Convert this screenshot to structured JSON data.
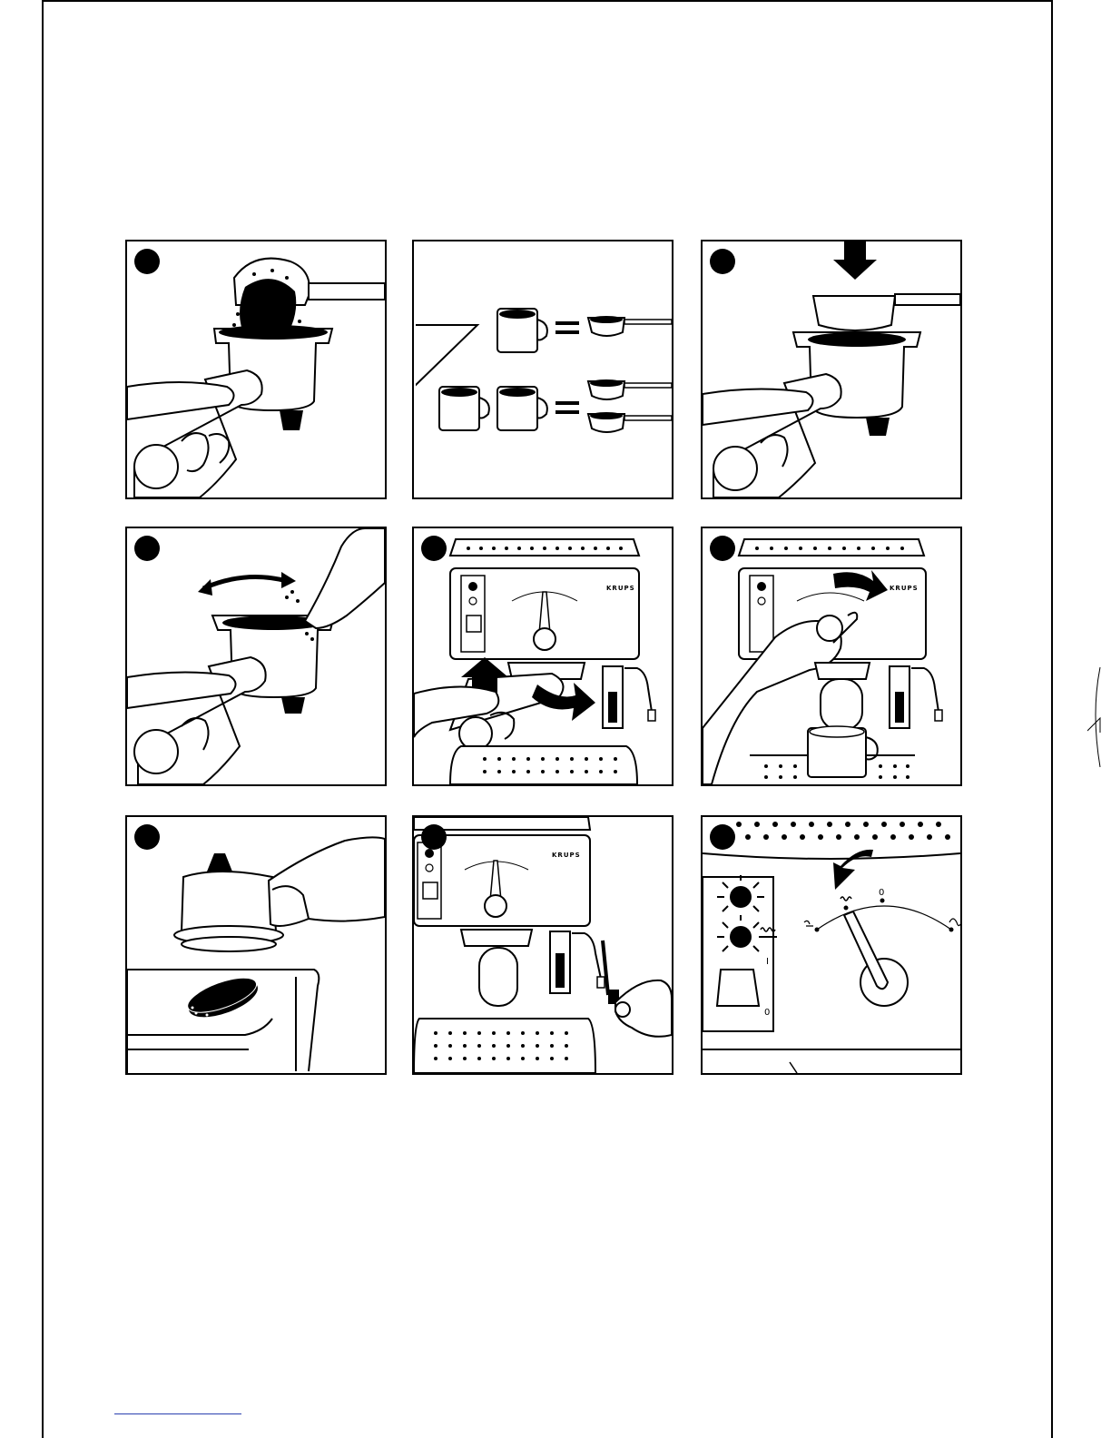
{
  "document": {
    "brand_label": "KRUPS",
    "dial_label_zero": "0",
    "switch_label_on": "I",
    "switch_label_off": "0"
  },
  "illustrations": [
    {
      "name": "fill-filter-with-ground-coffee",
      "step_marker": "filled-circle"
    },
    {
      "name": "cup-to-scoop-ratio",
      "step_marker": "none"
    },
    {
      "name": "tamp-coffee",
      "step_marker": "filled-circle"
    },
    {
      "name": "wipe-filter-rim",
      "step_marker": "filled-circle"
    },
    {
      "name": "insert-filter-holder",
      "step_marker": "filled-circle"
    },
    {
      "name": "turn-dial-to-brew",
      "step_marker": "filled-circle"
    },
    {
      "name": "knock-out-coffee-puck",
      "step_marker": "filled-circle"
    },
    {
      "name": "steam-nozzle",
      "step_marker": "filled-circle"
    },
    {
      "name": "dial-closeup",
      "step_marker": "filled-circle"
    }
  ],
  "colors": {
    "ink": "#000000",
    "paper": "#ffffff",
    "footer_rule": "#2a3fb0"
  }
}
